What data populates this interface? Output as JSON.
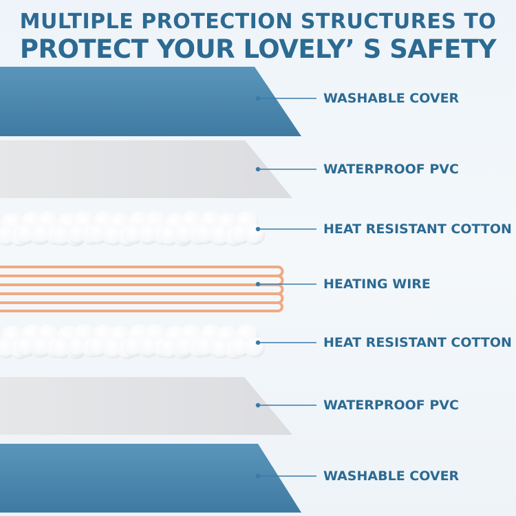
{
  "header": {
    "line1": "MULTIPLE PROTECTION STRUCTURES TO",
    "line2": "PROTECT YOUR LOVELY’ S SAFETY"
  },
  "colors": {
    "title": "#2c6a92",
    "cover_blue": "#4f8ab1",
    "pvc_gray": "#e3e4e6",
    "wire_orange": "#f0a983",
    "leader_blue": "#3a7aa8"
  },
  "layers": [
    {
      "label": "WASHABLE COVER",
      "material": "cover"
    },
    {
      "label": "WATERPROOF PVC",
      "material": "pvc"
    },
    {
      "label": "HEAT RESISTANT COTTON",
      "material": "cotton"
    },
    {
      "label": "HEATING WIRE",
      "material": "wire"
    },
    {
      "label": "HEAT RESISTANT COTTON",
      "material": "cotton"
    },
    {
      "label": "WATERPROOF PVC",
      "material": "pvc"
    },
    {
      "label": "WASHABLE COVER",
      "material": "cover"
    }
  ]
}
